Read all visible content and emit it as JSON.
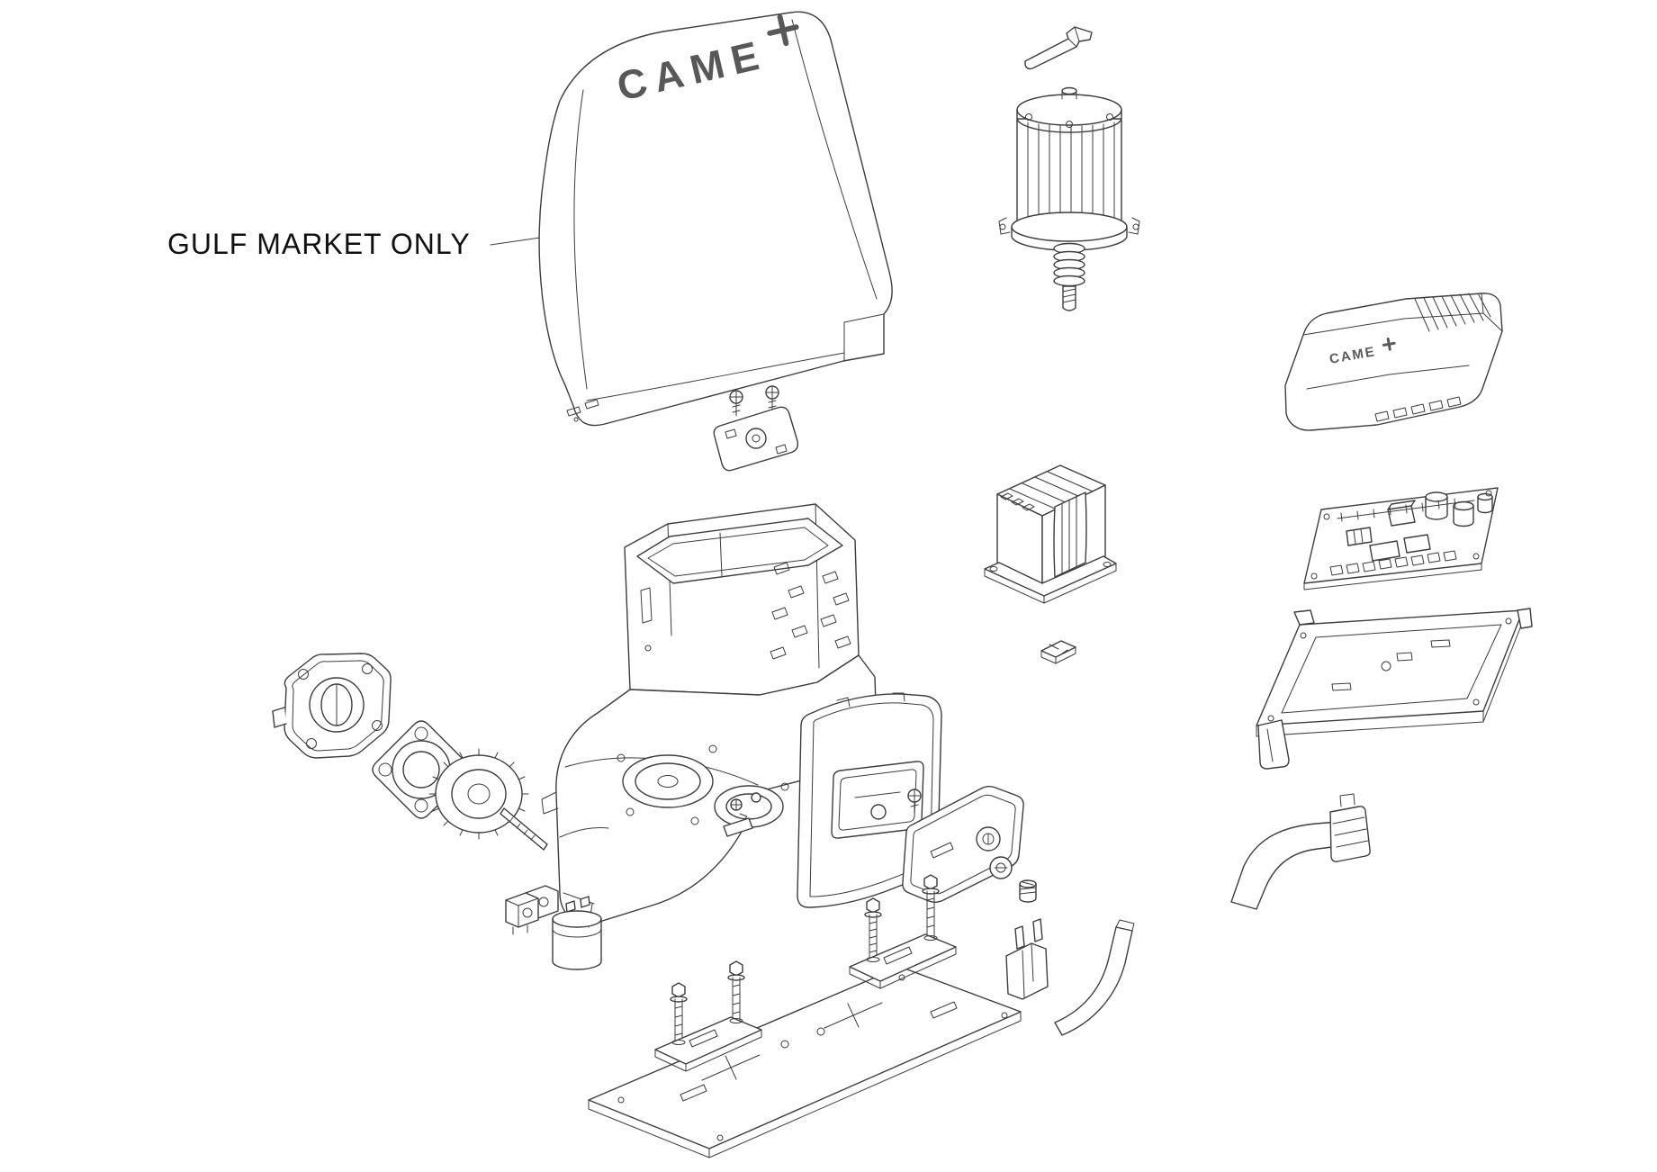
{
  "page": {
    "background_color": "#ffffff",
    "line_color": "#3d3d3d",
    "label_color": "#111111"
  },
  "annotation": {
    "label": "GULF MARKET ONLY"
  },
  "brand": {
    "name": "CAME"
  },
  "parts": [
    {
      "name": "main-cover"
    },
    {
      "name": "limit-switch-bracket"
    },
    {
      "name": "release-key"
    },
    {
      "name": "motor"
    },
    {
      "name": "transformer"
    },
    {
      "name": "fuse-holder"
    },
    {
      "name": "control-board-cover"
    },
    {
      "name": "control-board-pcb"
    },
    {
      "name": "base-mounting-plate"
    },
    {
      "name": "release-lever-bracket"
    },
    {
      "name": "gearbox-body"
    },
    {
      "name": "release-screw-set"
    },
    {
      "name": "front-access-panel"
    },
    {
      "name": "release-knob"
    },
    {
      "name": "worm-gear-assembly"
    },
    {
      "name": "terminal-block"
    },
    {
      "name": "capacitor"
    },
    {
      "name": "release-door"
    },
    {
      "name": "lock-cylinder"
    },
    {
      "name": "fixing-screw"
    },
    {
      "name": "foundation-plate"
    },
    {
      "name": "anchor-clamp-rear"
    },
    {
      "name": "anchor-clamp-front"
    },
    {
      "name": "release-mechanism-bracket"
    },
    {
      "name": "release-strap"
    }
  ]
}
